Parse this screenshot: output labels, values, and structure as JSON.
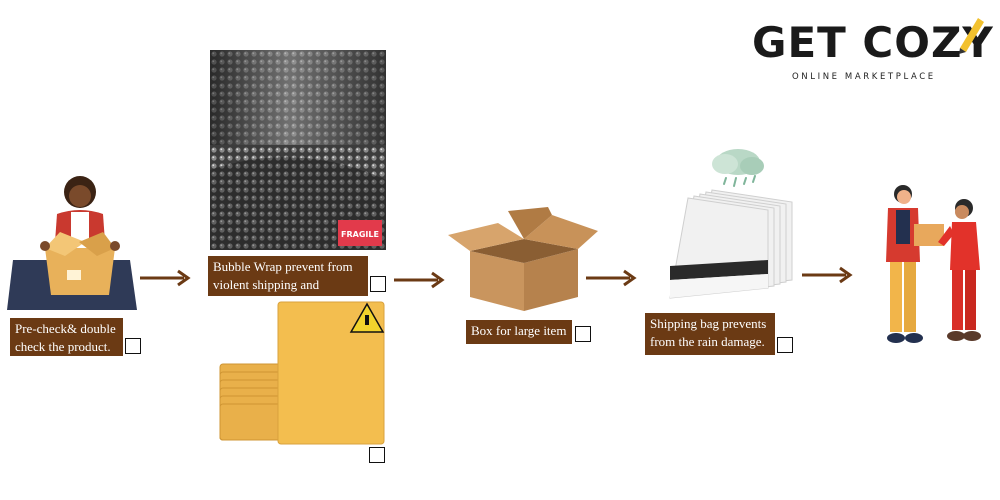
{
  "brand": {
    "title": "GET COZY",
    "subtitle": "ONLINE MARKETPLACE",
    "accent": "#f2c12e"
  },
  "colors": {
    "label_bg": "#6b3a14",
    "arrow": "#6b3a14"
  },
  "steps": [
    {
      "label_line1": "Pre-check& double",
      "label_line2": "check the product.",
      "checked": false
    },
    {
      "label_line1": "Bubble Wrap prevent from",
      "label_line2": "violent shipping and handling",
      "checked": false
    },
    {
      "label_line1": "Box for large item",
      "checked": false
    },
    {
      "label_line1": "Shipping bag prevents",
      "label_line2": "from the rain damage.",
      "checked": false
    },
    {
      "label_line1": "",
      "checked": false
    }
  ],
  "fragile_sticker": "FRAGILE"
}
